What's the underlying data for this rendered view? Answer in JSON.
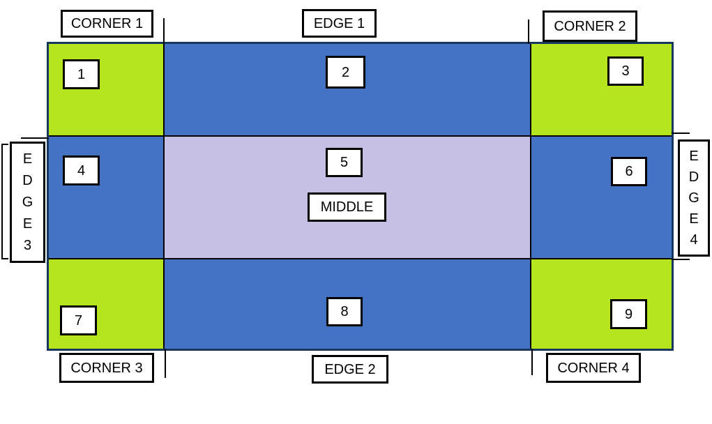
{
  "colors": {
    "page_bg": "#FFFFFF",
    "corner_fill": "#B5E61D",
    "edge_fill": "#4573C4",
    "middle_fill": "#C8BFE7",
    "grid_outline": "#17375E",
    "line": "#000000",
    "label_bg": "#FFFFFF"
  },
  "labels": {
    "corner1": "CORNER 1",
    "edge1": "EDGE 1",
    "corner2": "CORNER 2",
    "edge3": "EDGE 3",
    "edge4": "EDGE 4",
    "corner3": "CORNER 3",
    "edge2": "EDGE 2",
    "corner4": "CORNER 4",
    "middle": "MIDDLE"
  },
  "cells": [
    {
      "number": "1",
      "zone": "corner"
    },
    {
      "number": "2",
      "zone": "edge"
    },
    {
      "number": "3",
      "zone": "corner"
    },
    {
      "number": "4",
      "zone": "edge"
    },
    {
      "number": "5",
      "zone": "middle"
    },
    {
      "number": "6",
      "zone": "edge"
    },
    {
      "number": "7",
      "zone": "corner"
    },
    {
      "number": "8",
      "zone": "edge"
    },
    {
      "number": "9",
      "zone": "corner"
    }
  ]
}
